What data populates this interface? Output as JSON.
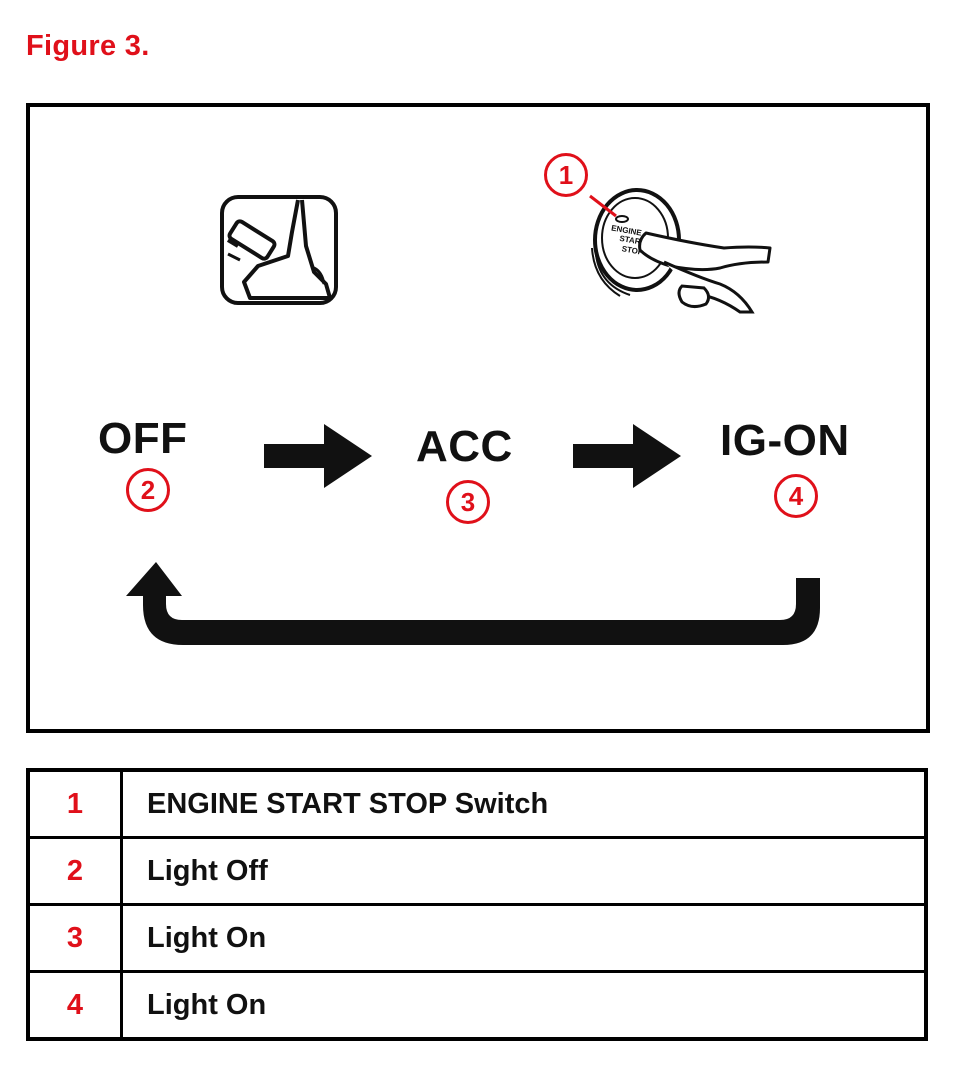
{
  "figure_title": "Figure 3.",
  "diagram": {
    "states": [
      {
        "label": "OFF",
        "number": "2"
      },
      {
        "label": "ACC",
        "number": "3"
      },
      {
        "label": "IG-ON",
        "number": "4"
      }
    ],
    "switch_callout": "1",
    "switch_text": [
      "ENGINE",
      "START",
      "STOP"
    ]
  },
  "legend": [
    {
      "number": "1",
      "description": "ENGINE START STOP Switch"
    },
    {
      "number": "2",
      "description": "Light Off"
    },
    {
      "number": "3",
      "description": "Light On"
    },
    {
      "number": "4",
      "description": "Light On"
    }
  ],
  "colors": {
    "accent": "#e0101a",
    "ink": "#111111"
  }
}
